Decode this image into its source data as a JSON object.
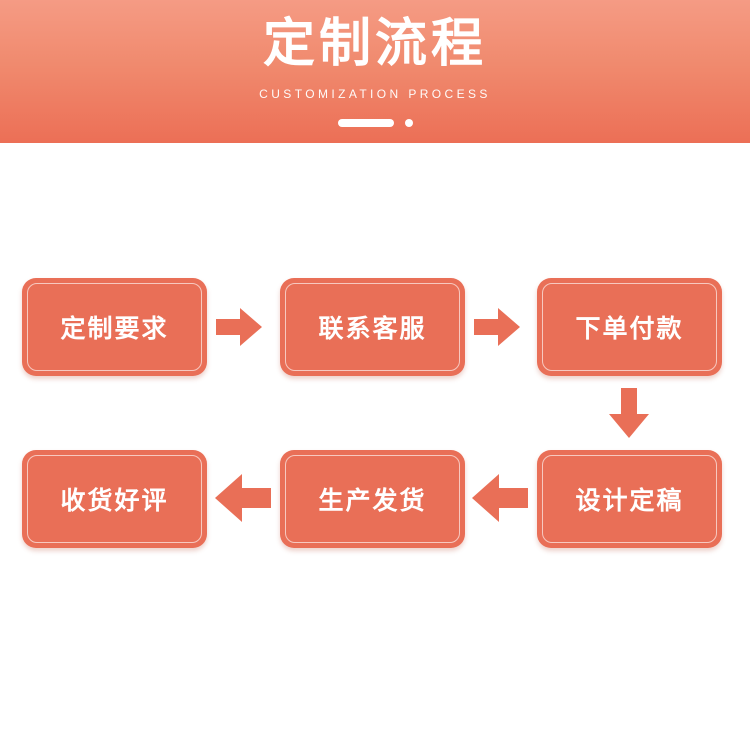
{
  "banner": {
    "title": "定制流程",
    "subtitle": "CUSTOMIZATION PROCESS",
    "decoration": {
      "bar": "rounded-bar",
      "dot": "small-dot"
    },
    "gradient_top": "#F59B84",
    "gradient_bottom": "#EC6F56"
  },
  "colors": {
    "accent": "#E96F57",
    "background": "#FFFFFF",
    "text_on_accent": "#FFFFFF",
    "inner_border": "rgba(255,255,255,0.62)"
  },
  "flow": {
    "steps": [
      {
        "order": 1,
        "label": "定制要求",
        "row": 1,
        "column": 1
      },
      {
        "order": 2,
        "label": "联系客服",
        "row": 1,
        "column": 2
      },
      {
        "order": 3,
        "label": "下单付款",
        "row": 1,
        "column": 3
      },
      {
        "order": 4,
        "label": "设计定稿",
        "row": 2,
        "column": 3
      },
      {
        "order": 5,
        "label": "生产发货",
        "row": 2,
        "column": 2
      },
      {
        "order": 6,
        "label": "收货好评",
        "row": 2,
        "column": 1
      }
    ],
    "connectors": [
      {
        "from": "定制要求",
        "to": "联系客服",
        "direction": "right"
      },
      {
        "from": "联系客服",
        "to": "下单付款",
        "direction": "right"
      },
      {
        "from": "下单付款",
        "to": "设计定稿",
        "direction": "down"
      },
      {
        "from": "设计定稿",
        "to": "生产发货",
        "direction": "left"
      },
      {
        "from": "生产发货",
        "to": "收货好评",
        "direction": "left"
      }
    ]
  }
}
